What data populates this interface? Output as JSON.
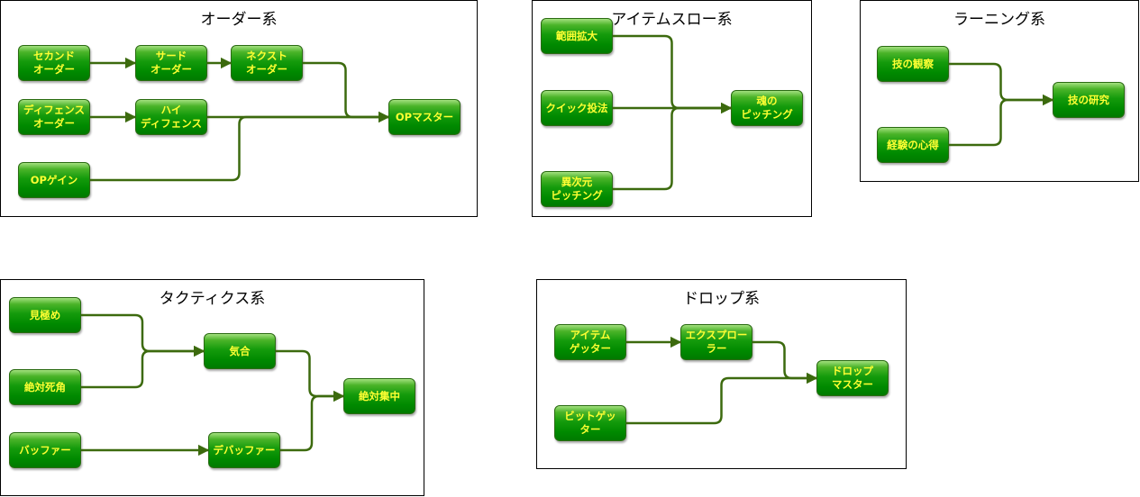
{
  "groups": [
    {
      "id": "order",
      "title": "オーダー系",
      "nodes": [
        {
          "id": "second_order",
          "label": "セカンド\nオーダー"
        },
        {
          "id": "third_order",
          "label": "サード\nオーダー"
        },
        {
          "id": "next_order",
          "label": "ネクスト\nオーダー"
        },
        {
          "id": "defense_order",
          "label": "ディフェンス\nオーダー"
        },
        {
          "id": "high_defense",
          "label": "ハイ\nディフェンス"
        },
        {
          "id": "op_gain",
          "label": "OPゲイン"
        },
        {
          "id": "op_master",
          "label": "OPマスター"
        }
      ]
    },
    {
      "id": "itemthrow",
      "title": "アイテムスロー系",
      "nodes": [
        {
          "id": "range_expand",
          "label": "範囲拡大"
        },
        {
          "id": "quick_throw",
          "label": "クイック投法"
        },
        {
          "id": "dimension_pitch",
          "label": "異次元\nピッチング"
        },
        {
          "id": "soul_pitch",
          "label": "魂の\nピッチング"
        }
      ]
    },
    {
      "id": "learning",
      "title": "ラーニング系",
      "nodes": [
        {
          "id": "skill_observe",
          "label": "技の観察"
        },
        {
          "id": "experience",
          "label": "経験の心得"
        },
        {
          "id": "skill_research",
          "label": "技の研究"
        }
      ]
    },
    {
      "id": "tactics",
      "title": "タクティクス系",
      "nodes": [
        {
          "id": "mikiwame",
          "label": "見極め"
        },
        {
          "id": "zettai_shikaku",
          "label": "絶対死角"
        },
        {
          "id": "buffer",
          "label": "バッファー"
        },
        {
          "id": "kiai",
          "label": "気合"
        },
        {
          "id": "debuffer",
          "label": "デバッファー"
        },
        {
          "id": "zettai_shuchu",
          "label": "絶対集中"
        }
      ]
    },
    {
      "id": "drop",
      "title": "ドロップ系",
      "nodes": [
        {
          "id": "item_getter",
          "label": "アイテム\nゲッター"
        },
        {
          "id": "explorer",
          "label": "エクスプロー\nラー"
        },
        {
          "id": "bit_getter",
          "label": "ビットゲッ\nター"
        },
        {
          "id": "drop_master",
          "label": "ドロップ\nマスター"
        }
      ]
    }
  ],
  "edges": [
    [
      "second_order",
      "third_order"
    ],
    [
      "third_order",
      "next_order"
    ],
    [
      "next_order",
      "op_master"
    ],
    [
      "defense_order",
      "high_defense"
    ],
    [
      "high_defense",
      "op_master"
    ],
    [
      "op_gain",
      "op_master"
    ],
    [
      "range_expand",
      "soul_pitch"
    ],
    [
      "quick_throw",
      "soul_pitch"
    ],
    [
      "dimension_pitch",
      "soul_pitch"
    ],
    [
      "skill_observe",
      "skill_research"
    ],
    [
      "experience",
      "skill_research"
    ],
    [
      "mikiwame",
      "kiai"
    ],
    [
      "zettai_shikaku",
      "kiai"
    ],
    [
      "buffer",
      "debuffer"
    ],
    [
      "kiai",
      "zettai_shuchu"
    ],
    [
      "debuffer",
      "zettai_shuchu"
    ],
    [
      "item_getter",
      "explorer"
    ],
    [
      "explorer",
      "drop_master"
    ],
    [
      "bit_getter",
      "drop_master"
    ]
  ],
  "colors": {
    "node_text": "#ffff33",
    "edge": "#3c6a0e",
    "border": "#000000"
  }
}
